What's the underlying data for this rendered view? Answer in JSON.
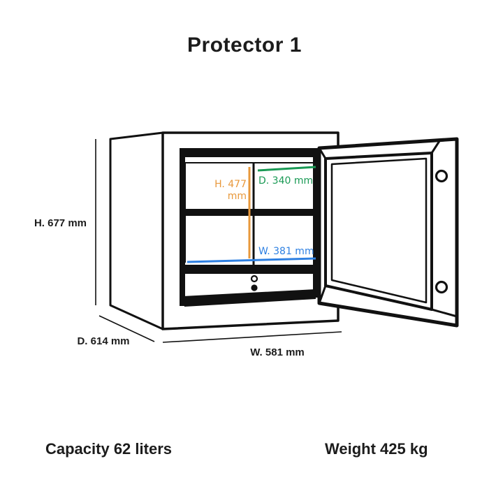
{
  "title": "Protector 1",
  "diagram": {
    "external": {
      "height_label": "H. 677 mm",
      "depth_label": "D. 614 mm",
      "width_label": "W. 581 mm"
    },
    "internal": {
      "height_label_line1": "H. 477",
      "height_label_line2": "mm",
      "depth_label": "D. 340 mm",
      "width_label": "W. 381 mm"
    },
    "colors": {
      "internal_height": "#E8983B",
      "internal_depth": "#1A9A55",
      "internal_width": "#2E80E2",
      "line": "#111111"
    }
  },
  "stats": {
    "capacity": "Capacity 62 liters",
    "weight": "Weight 425 kg"
  }
}
